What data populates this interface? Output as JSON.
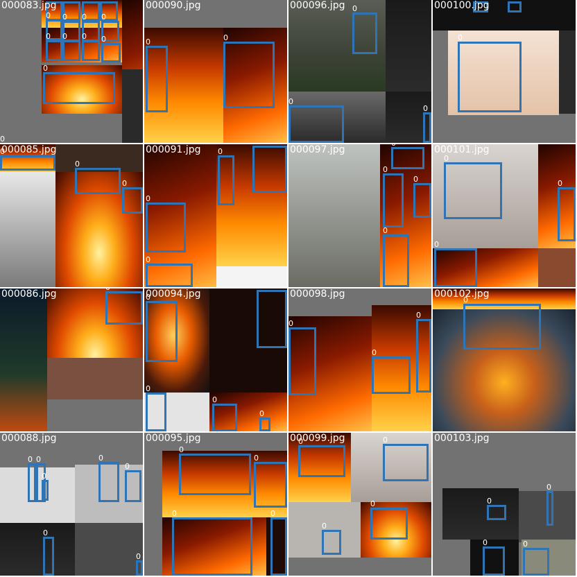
{
  "grid": {
    "cells": [
      {
        "filename": "000083.jpg"
      },
      {
        "filename": "000090.jpg"
      },
      {
        "filename": "000096.jpg"
      },
      {
        "filename": "000100.jpg"
      },
      {
        "filename": "000085.jpg"
      },
      {
        "filename": "000091.jpg"
      },
      {
        "filename": "000097.jpg"
      },
      {
        "filename": "000101.jpg"
      },
      {
        "filename": "000086.jpg"
      },
      {
        "filename": "000094.jpg"
      },
      {
        "filename": "000098.jpg"
      },
      {
        "filename": "000102.jpg"
      },
      {
        "filename": "000088.jpg"
      },
      {
        "filename": "000095.jpg"
      },
      {
        "filename": "000099.jpg"
      },
      {
        "filename": "000103.jpg"
      }
    ],
    "box_label": "0"
  },
  "colors": {
    "background_gray": "#727272",
    "box_blue": "#2f74b5",
    "text": "#ffffff"
  }
}
